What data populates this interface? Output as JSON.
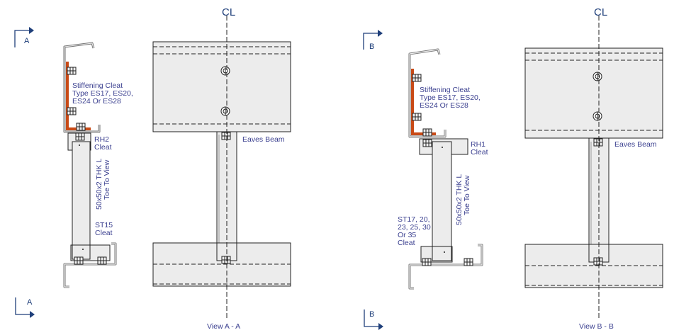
{
  "views": [
    {
      "id": "A",
      "section_mark_top": "A",
      "section_mark_bottom": "A",
      "centerline_symbol": "CL",
      "labels": {
        "stiffening_cleat": [
          "Stiffening Cleat",
          "Type ES17, ES20,",
          "ES24 Or ES28"
        ],
        "top_cleat": [
          "RH2",
          "Cleat"
        ],
        "angle": [
          "50x50x2 THK L",
          "Toe To View"
        ],
        "bottom_cleat": [
          "ST15",
          "Cleat"
        ],
        "eaves_beam": "Eaves Beam"
      },
      "caption": "View A - A"
    },
    {
      "id": "B",
      "section_mark_top": "B",
      "section_mark_bottom": "B",
      "centerline_symbol": "CL",
      "labels": {
        "stiffening_cleat": [
          "Stiffening Cleat",
          "Type ES17, ES20,",
          "ES24 Or ES28"
        ],
        "top_cleat": [
          "RH1",
          "Cleat"
        ],
        "angle": [
          "50x50x2 THK L",
          "Toe To View"
        ],
        "bottom_cleat": [
          "ST17, 20,",
          "23, 25, 30",
          "Or 35",
          "Cleat"
        ],
        "eaves_beam": "Eaves Beam"
      },
      "caption": "View B - B"
    }
  ],
  "colors": {
    "cleat": "#c84a16",
    "text": "#3a3f8f",
    "marker": "#1f3f7a",
    "steel": "#ececec"
  }
}
